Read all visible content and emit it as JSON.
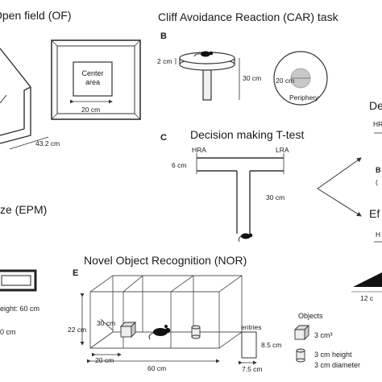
{
  "of": {
    "title": "Open field (OF)",
    "center_area": "Center area",
    "dim_inner": "20 cm",
    "dim_outer": "43.2 cm"
  },
  "car": {
    "title": "Cliff Avoidance Reaction (CAR) task",
    "panel": "B",
    "dim_height": "2 cm",
    "dim_pole": "30 cm",
    "dim_center": "20 cm",
    "periphery": "Periphery"
  },
  "decision": {
    "title": "Decision making T-test",
    "panel": "C",
    "hra": "HRA",
    "lra": "LRA",
    "dim_width": "6 cm",
    "dim_arm": "30 cm"
  },
  "epm": {
    "title_fragment": "ze (EPM)",
    "height_label": "eight: 60 cm",
    "dim_fragment": "0 cm"
  },
  "nor": {
    "title": "Novel Object Recognition (NOR)",
    "panel": "E",
    "dim_depth": "22 cm",
    "dim_height": "30 cm",
    "dim_compartment": "20 cm",
    "dim_length": "60 cm",
    "entries": "entries",
    "entry_height": "8.5 cm",
    "entry_width": "7.5 cm",
    "objects_title": "Objects",
    "cube_volume": "3 cm³",
    "cyl_height": "3 cm height",
    "cyl_diameter": "3 cm diameter"
  },
  "right_edge": {
    "de": "De",
    "hr": "HR",
    "b": "B",
    "paren": "(",
    "ef": "Ef",
    "h": "H",
    "twelve_c": "12 c"
  }
}
